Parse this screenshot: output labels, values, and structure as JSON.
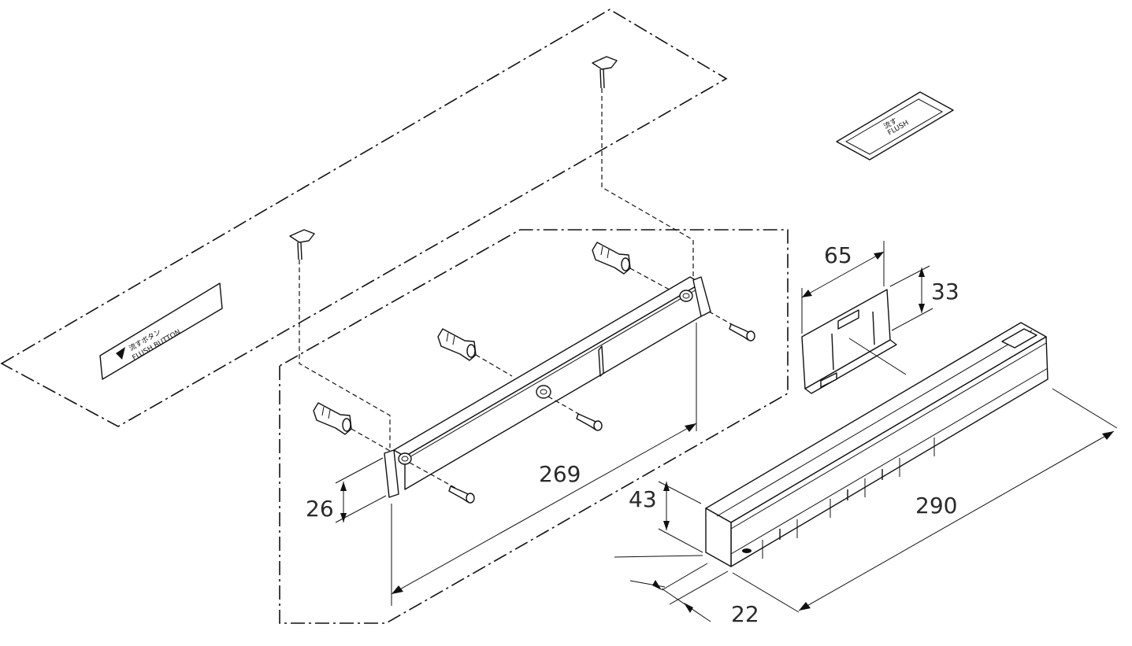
{
  "dimensions": {
    "bracket_height": "26",
    "bracket_length": "269",
    "plate_width": "65",
    "plate_height": "33",
    "unit_height": "43",
    "unit_length": "290",
    "unit_depth": "22"
  },
  "labels": {
    "flush_button_jp": "流すボタン",
    "flush_button_en": "FLUSH BUTTON",
    "small_label_jp": "流す",
    "small_label_en": "FLUSH"
  }
}
